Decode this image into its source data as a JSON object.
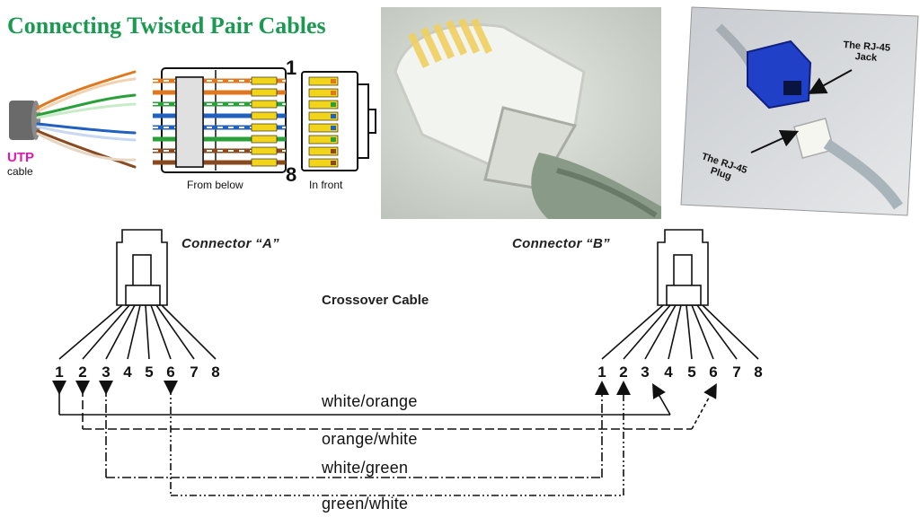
{
  "title": "Connecting Twisted Pair Cables",
  "utp": {
    "label": "UTP",
    "sublabel": "cable"
  },
  "plug_view": {
    "from_below": "From below",
    "in_front": "In front",
    "pin_first": "1",
    "pin_last": "8"
  },
  "photo": {
    "jack_label_line1": "The RJ-45",
    "jack_label_line2": "Jack",
    "plug_label_line1": "The RJ-45",
    "plug_label_line2": "Plug"
  },
  "diagram": {
    "connector_a": "Connector “A”",
    "connector_b": "Connector “B”",
    "center_label": "Crossover Cable",
    "pins_a": [
      "1",
      "2",
      "3",
      "4",
      "5",
      "6",
      "7",
      "8"
    ],
    "pins_b": [
      "1",
      "2",
      "3",
      "4",
      "5",
      "6",
      "7",
      "8"
    ],
    "wires": [
      "white/orange",
      "orange/white",
      "white/green",
      "green/white"
    ]
  },
  "colors": {
    "title": "#1a9a50",
    "utp_label": "#e01ab0",
    "orange": "#e07820",
    "green": "#2aa03a",
    "blue": "#2060c0",
    "brown": "#8a4a20",
    "jack_blue": "#2040c8"
  }
}
